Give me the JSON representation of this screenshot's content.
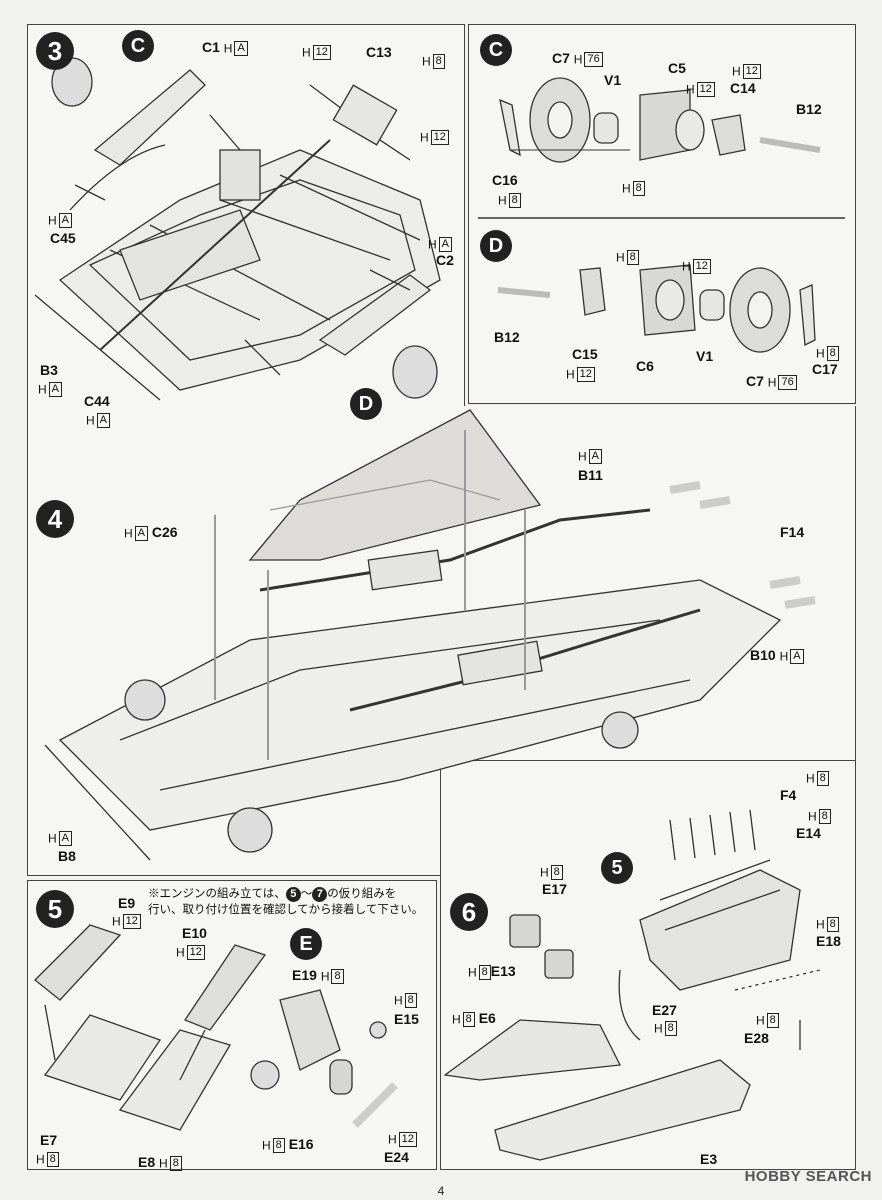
{
  "steps": {
    "s3": "3",
    "s4": "4",
    "s5": "5",
    "s6": "6"
  },
  "subassemblies": {
    "c": "C",
    "d": "D",
    "e": "E",
    "c_ref": "C",
    "d_ref": "D",
    "five_ref": "5"
  },
  "labels": {
    "c1": "C1",
    "c13": "C13",
    "h12_c13": "12",
    "h8_c13": "8",
    "h12_c13b": "12",
    "c45": "C45",
    "c2": "C2",
    "b3": "B3",
    "c44": "C44",
    "c7": "C7",
    "c5": "C5",
    "v1": "V1",
    "c14": "C14",
    "b12": "B12",
    "c16": "C16",
    "b12_d": "B12",
    "c15": "C15",
    "c6": "C6",
    "v1_d": "V1",
    "c7_d": "C7",
    "c17": "C17",
    "c26": "C26",
    "b11": "B11",
    "f14": "F14",
    "b10": "B10",
    "b8": "B8",
    "e9": "E9",
    "e10": "E10",
    "e7": "E7",
    "e8": "E8",
    "e19": "E19",
    "e15": "E15",
    "e16": "E16",
    "e24": "E24",
    "f4": "F4",
    "e14": "E14",
    "e17": "E17",
    "e13": "E13",
    "e18": "E18",
    "e27": "E27",
    "e6": "E6",
    "e28": "E28",
    "e3": "E3"
  },
  "hcodes": {
    "h": "H",
    "a": "A",
    "n8": "8",
    "n12": "12",
    "n76": "76"
  },
  "note": {
    "prefix": "※エンジンの組み立ては、",
    "from": "5",
    "tilde": "～",
    "to": "7",
    "suffix1": "の仮り組みを",
    "line2": "行い、取り付け位置を確認してから接着して下さい。"
  },
  "page_number": "4",
  "watermark": "HOBBY SEARCH"
}
